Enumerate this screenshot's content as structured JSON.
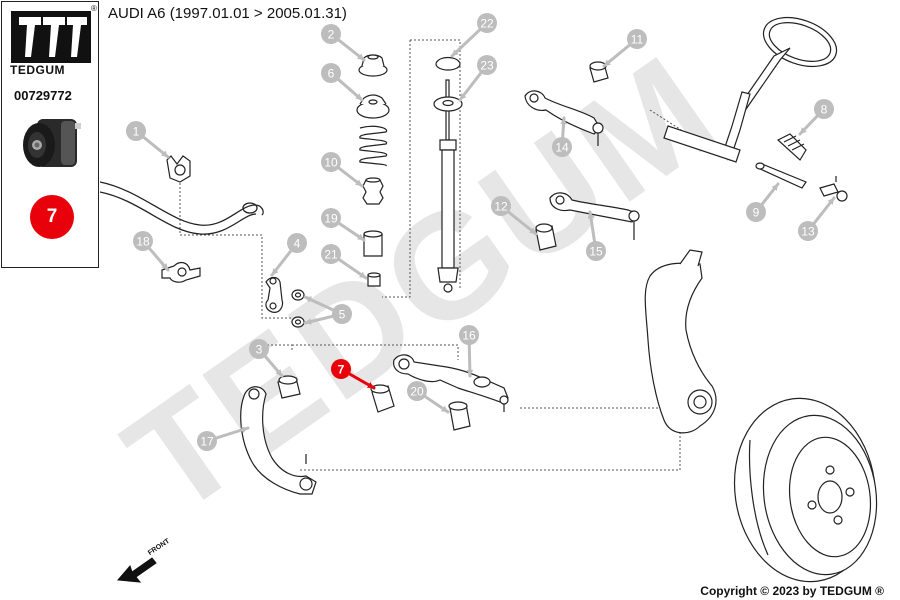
{
  "brand": {
    "name": "TEDGUM",
    "registered": "®"
  },
  "header": {
    "title": "AUDI A6 (1997.01.01 > 2005.01.31)"
  },
  "sidebar": {
    "part_number": "00729772",
    "highlight_label": "7"
  },
  "watermark": "TEDGUM",
  "footer": {
    "copyright": "Copyright © 2023 by TEDGUM ®"
  },
  "front_arrow_label": "FRONT",
  "colors": {
    "callout_grey": "#bdbdbd",
    "callout_highlight": "#e8000a",
    "line_art": "#222222",
    "watermark": "#e4e4e4"
  },
  "callouts": [
    {
      "label": "1",
      "part": "stabilizer-bushing-bracket"
    },
    {
      "label": "2",
      "part": "strut-top-mount-cap"
    },
    {
      "label": "3",
      "part": "rear-lower-arm-bushing"
    },
    {
      "label": "4",
      "part": "stabilizer-link"
    },
    {
      "label": "5",
      "part": "link-bushings"
    },
    {
      "label": "6",
      "part": "strut-bearing-mount"
    },
    {
      "label": "7",
      "part": "lower-arm-bushing",
      "highlight": true
    },
    {
      "label": "8",
      "part": "steering-rack-boot"
    },
    {
      "label": "9",
      "part": "tie-rod"
    },
    {
      "label": "10",
      "part": "bump-stop"
    },
    {
      "label": "11",
      "part": "upper-arm-bushing"
    },
    {
      "label": "12",
      "part": "upper-rear-arm-bushing"
    },
    {
      "label": "13",
      "part": "tie-rod-end"
    },
    {
      "label": "14",
      "part": "upper-front-control-arm"
    },
    {
      "label": "15",
      "part": "upper-rear-control-arm"
    },
    {
      "label": "16",
      "part": "front-lower-control-arm"
    },
    {
      "label": "17",
      "part": "rear-lower-control-arm"
    },
    {
      "label": "18",
      "part": "stabilizer-clamp"
    },
    {
      "label": "19",
      "part": "dust-boot-sleeve"
    },
    {
      "label": "20",
      "part": "front-lower-arm-bushing"
    },
    {
      "label": "21",
      "part": "damper-rubber"
    },
    {
      "label": "22",
      "part": "rear-strut-cap"
    },
    {
      "label": "23",
      "part": "rear-strut-mount"
    }
  ]
}
